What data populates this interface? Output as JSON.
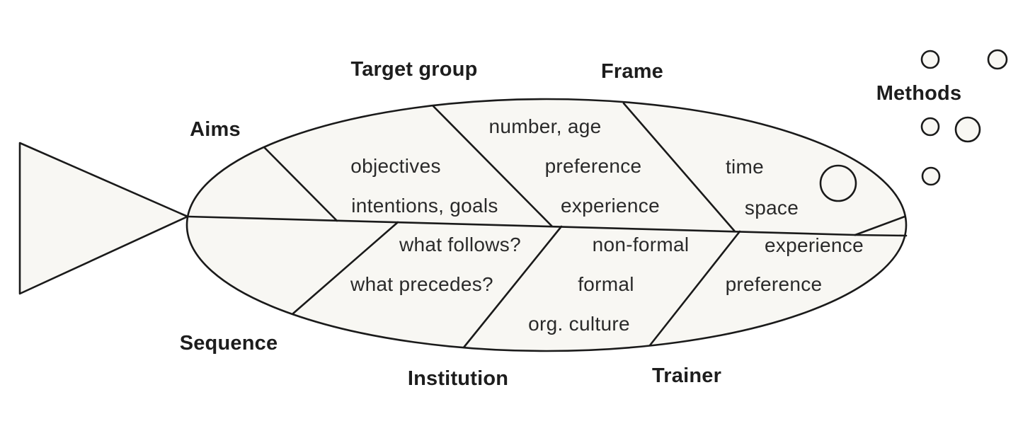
{
  "meta": {
    "diagram_type": "fishbone-fish"
  },
  "colors": {
    "background": "#ffffff",
    "line": "#1a1a1a",
    "body_fill": "#f8f7f3",
    "label_text": "#1d1d1d",
    "item_text": "#2a2a2a"
  },
  "fishbone": {
    "categories": [
      {
        "name": "Aims",
        "items": [
          "objectives",
          "intentions, goals"
        ]
      },
      {
        "name": "Target group",
        "items": [
          "number, age",
          "preference",
          "experience"
        ]
      },
      {
        "name": "Frame",
        "items": [
          "time",
          "space"
        ]
      },
      {
        "name": "Sequence",
        "items": [
          "what follows?",
          "what precedes?"
        ]
      },
      {
        "name": "Institution",
        "items": [
          "non-formal",
          "formal",
          "org. culture"
        ]
      },
      {
        "name": "Trainer",
        "items": [
          "experience",
          "preference"
        ]
      },
      {
        "name": "Methods",
        "items": []
      }
    ]
  }
}
